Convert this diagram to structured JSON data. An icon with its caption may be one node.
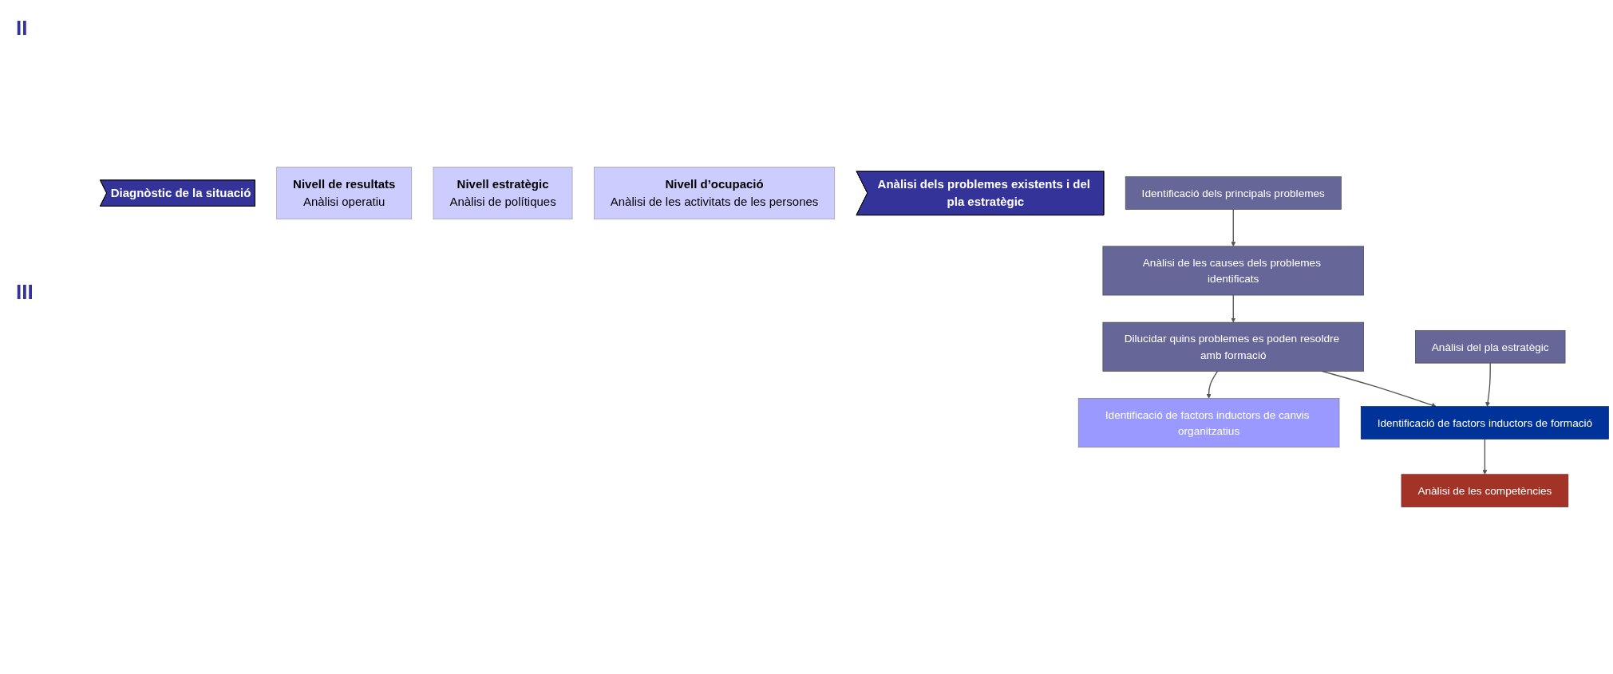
{
  "diagram": {
    "nodes": [
      {
        "text": [
          "Diagnòstic de la situació"
        ]
      },
      {
        "text": [
          "Nivell de resultats",
          "Anàlisi operatiu"
        ]
      },
      {
        "text": [
          "Nivell estratègic",
          "Anàlisi de polítiques"
        ]
      },
      {
        "text": [
          "Nivell d’ocupació",
          "Anàlisi de les activitats de les persones"
        ]
      },
      {
        "text": [
          "Anàlisi dels problemes existents i del pla estratègic"
        ]
      },
      {
        "text": [
          "Identificació dels principals problemes"
        ]
      },
      {
        "text": [
          "Anàlisi de les causes dels problemes identificats"
        ]
      },
      {
        "text": [
          "Dilucidar quins problemes es poden resoldre amb formació"
        ]
      },
      {
        "text": [
          "Anàlisi del pla estratègic"
        ]
      },
      {
        "text": [
          "Identificació de factors inductors de canvis organitzatius"
        ]
      },
      {
        "text": [
          "Identificació de factors inductors de formació"
        ]
      },
      {
        "text": [
          "Anàlisi de les competències"
        ]
      }
    ],
    "edges": [
      {
        "from": 5,
        "to": 6,
        "arrow": "to"
      },
      {
        "from": 6,
        "to": 7,
        "arrow": "to"
      },
      {
        "from": 7,
        "to": 9,
        "arrow": "to"
      },
      {
        "from": 7,
        "to": 10,
        "arrow": "to"
      },
      {
        "from": 8,
        "to": 10,
        "arrow": "to"
      },
      {
        "from": 10,
        "to": 11,
        "arrow": "to"
      }
    ],
    "labels": [
      "II",
      "III"
    ]
  }
}
